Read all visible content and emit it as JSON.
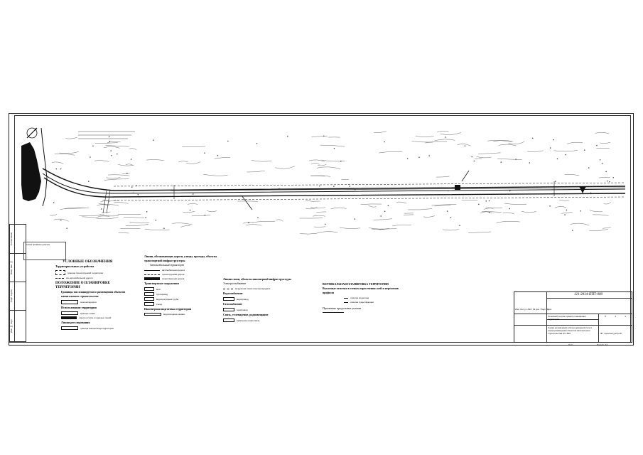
{
  "sheet": {
    "doc_code": "121-2014-ППТ-000",
    "org": "ФГ \"Архитектурстрой\"",
    "format_label": "Формат А3",
    "sheet_label": "Лист",
    "sheet_number": "1",
    "sheets_total": "1",
    "stage": "П",
    "drawing_title": "Основной чертёж проекта планировки территории",
    "legend_caption": "Схема организации улично-дорожной сети и схема размещения объектов капитального строительства М 1:500"
  },
  "scheme_label": "Схема привязки участка",
  "legend": {
    "title": "УСЛОВНЫЕ ОБОЗНАЧЕНИЯ",
    "territorial": "Территориальные устройства",
    "territorial_item1": "граница проектируемой территории",
    "territorial_item2": "ось автомобильной дороги",
    "placement_title": "ПОЛОЖЕНИЕ О ПЛАНИРОВКЕ ТЕРРИТОРИИ",
    "boundaries_title": "Границы зон планируемого размещения объектов капитального строительства",
    "boundaries_item": "зона автодороги",
    "use_title": "Использование территории",
    "use_item1": "красные линии",
    "use_item2": "линии отступа от красных линий",
    "regulation_title": "Линии регулирования",
    "regulation_item": "граница землеотвода территории",
    "roads_title": "Линии, обозначающие дороги, улицы, проезды, объекты транспортной инфраструктуры",
    "roads_sub": "Автомобильный транспорт",
    "roads_item1": "автомобильная дорога",
    "roads_item2": "проектируемая дорога",
    "roads_item3": "существующая дорога",
    "transport_title": "Транспортные сооружения",
    "transport_item1": "мост",
    "transport_item2": "путепровод",
    "transport_item3": "водопропускная труба",
    "transport_item4": "съезд",
    "engineering_title": "Инженерная подготовка территории",
    "engineering_item": "водоотводная канава",
    "utility_title": "Линии связи, объекты инженерной инфраструктуры",
    "utility_sub": "Электроснабжение",
    "utility_item": "воздушная линия электропередачи",
    "water_title": "Водоснабжение",
    "water_item": "водопровод",
    "gas_title": "Газоснабжение",
    "gas_item": "газопровод",
    "comms_title": "Связь, телевидение, радиовещание",
    "comms_item": "кабельная линия связи",
    "vertical_title": "ВЕРТИКАЛЬНАЯ ПЛАНИРОВКА ТЕРРИТОРИИ",
    "vertical_sub": "Высотные отметки в точках пересечения осей и переломов профиля",
    "vertical_item1": "отметка проектная",
    "vertical_item2": "отметка существующая",
    "slope_label": "Проектные продольные уклоны"
  },
  "stamp_labels": [
    "Инв. № подл.",
    "Подп. и дата",
    "Взам. инв. №",
    "Согласовано"
  ],
  "title_block_rows": [
    "Изм.",
    "Кол.уч",
    "Лист",
    "№ док.",
    "Подп.",
    "Дата"
  ],
  "colors": {
    "line": "#111111",
    "terrain": "#444444"
  }
}
